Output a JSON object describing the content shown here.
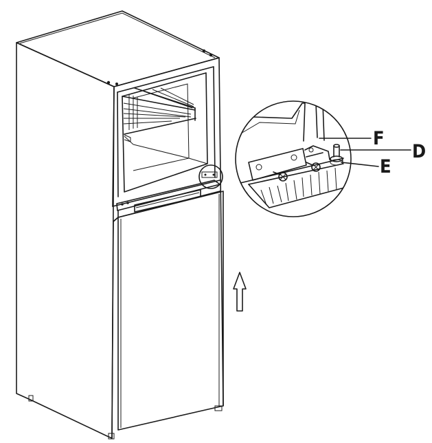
{
  "callouts": [
    {
      "key": "F",
      "text": "F"
    },
    {
      "key": "D",
      "text": "D"
    },
    {
      "key": "E",
      "text": "E"
    }
  ],
  "colors": {
    "line": "#1a1a1a",
    "background": "#ffffff",
    "shade": "#eeeeee"
  },
  "icons": {
    "direction": "up-arrow-icon"
  }
}
